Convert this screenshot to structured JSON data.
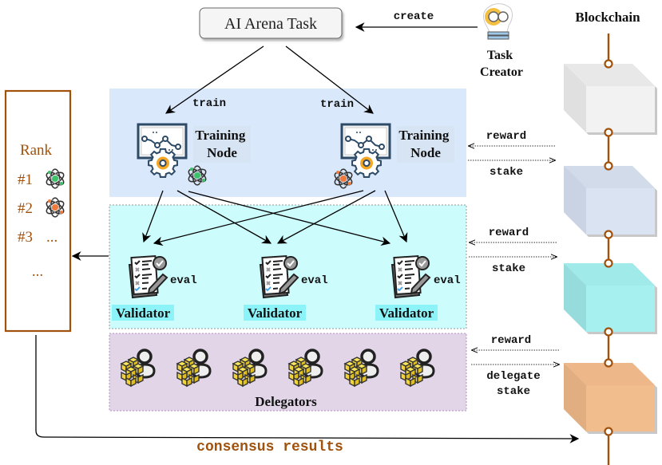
{
  "task": {
    "label": "AI Arena Task",
    "create_label": "create"
  },
  "task_creator": {
    "line1": "Task",
    "line2": "Creator",
    "icon": "lightbulb-gears-icon"
  },
  "blockchain": {
    "title": "Blockchain",
    "blocks": [
      {
        "name": "block-1",
        "front": "#f2f2f2",
        "side": "#e0e0e0",
        "top": "#e8e8e8"
      },
      {
        "name": "block-2",
        "front": "#d9e3f1",
        "side": "#c9d3e3",
        "top": "#d1dbea"
      },
      {
        "name": "block-3",
        "front": "#a6f0ef",
        "side": "#97dcdc",
        "top": "#a0eae9"
      },
      {
        "name": "block-4",
        "front": "#f2bd8c",
        "side": "#e1ae82",
        "top": "#edb789"
      }
    ],
    "chain_color": "#a0520d"
  },
  "rank": {
    "title": "Rank",
    "items": [
      {
        "label": "#1",
        "icon": "atom-model-green-icon"
      },
      {
        "label": "#2",
        "icon": "atom-model-orange-icon"
      },
      {
        "label": "#3",
        "extra": "..."
      }
    ],
    "more": "...",
    "color": "#a0520d"
  },
  "training": {
    "train_label": "train",
    "nodes": [
      {
        "line1": "Training",
        "line2": "Node",
        "model": "green"
      },
      {
        "line1": "Training",
        "line2": "Node",
        "model": "orange"
      }
    ],
    "bg": "#dae8fc"
  },
  "validators": {
    "eval_label": "eval",
    "items": [
      {
        "label": "Validator"
      },
      {
        "label": "Validator"
      },
      {
        "label": "Validator"
      }
    ],
    "bg": "#ccfcfc"
  },
  "delegators": {
    "label": "Delegators",
    "count": 6,
    "bg": "#e1d5e7"
  },
  "flows": [
    {
      "in": "reward",
      "out": "stake"
    },
    {
      "in": "reward",
      "out": "stake"
    },
    {
      "in": "reward",
      "out_line1": "delegate",
      "out_line2": "stake"
    }
  ],
  "consensus": {
    "label": "consensus results",
    "color": "#a0520d"
  }
}
